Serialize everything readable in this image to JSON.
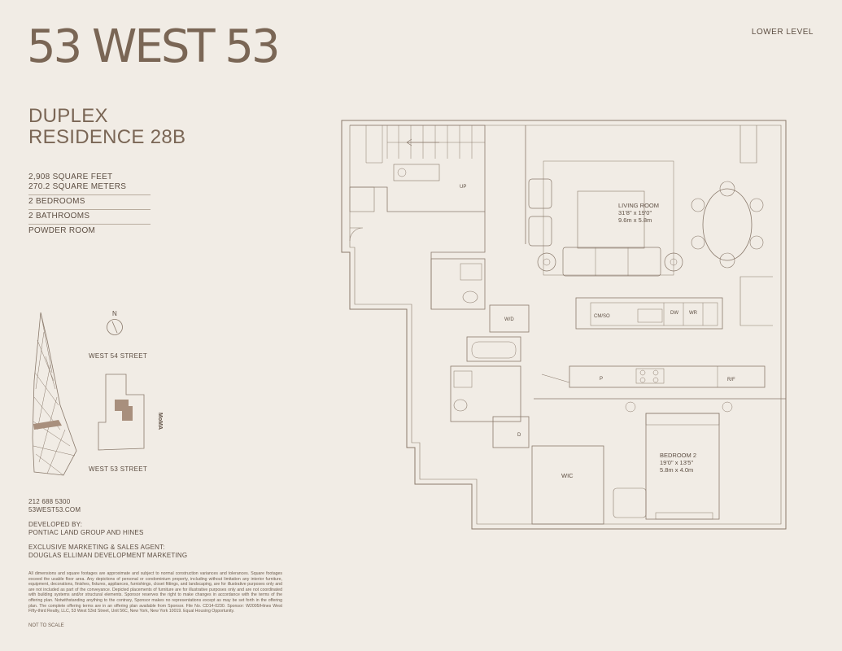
{
  "brand": {
    "name": "53 WEST 53"
  },
  "level": "LOWER LEVEL",
  "unit": {
    "line1": "DUPLEX",
    "line2": "RESIDENCE 28B"
  },
  "specs": {
    "sqft": "2,908 SQUARE FEET",
    "sqm": "270.2 SQUARE METERS",
    "bedrooms": "2 BEDROOMS",
    "bathrooms": "2 BATHROOMS",
    "powder": "POWDER ROOM"
  },
  "site": {
    "north": "N",
    "street_north": "WEST 54 STREET",
    "street_south": "WEST 53 STREET",
    "neighbor": "MoMA"
  },
  "contact": {
    "phone": "212 688 5300",
    "web": "53WEST53.COM",
    "developed_label": "DEVELOPED BY:",
    "developer": "PONTIAC LAND GROUP AND HINES",
    "agent_label": "EXCLUSIVE MARKETING & SALES AGENT:",
    "agent": "DOUGLAS ELLIMAN DEVELOPMENT MARKETING"
  },
  "disclaimer": "All dimensions and square footages are approximate and subject to normal construction variances and tolerances. Square footages exceed the usable floor area. Any depictions of personal or condominium property, including without limitation any interior furniture, equipment, decorations, finishes, fixtures, appliances, furnishings, closet fittings, and landscaping, are for illustrative purposes only and are not included as part of the conveyance. Depicted placements of furniture are for illustrative purposes only and are not coordinated with building systems and/or structural elements. Sponsor reserves the right to make changes in accordance with the terms of the offering plan. Notwithstanding anything to the contrary, Sponsor makes no representations except as may be set forth in the offering plan. The complete offering terms are in an offering plan available from Sponsor. File No. CD14-0230. Sponsor: W2005/Hines West Fifty-third Realty, LLC, 53 West 53rd Street, Unit 56C, New York, New York 10019. Equal Housing Opportunity.",
  "not_to_scale": "NOT TO SCALE",
  "plan": {
    "living": {
      "name": "LIVING ROOM",
      "imperial": "31'8\" x 19'0\"",
      "metric": "9.6m x 5.8m"
    },
    "bedroom": {
      "name": "BEDROOM 2",
      "imperial": "19'0\" x 13'5\"",
      "metric": "5.8m x 4.0m"
    },
    "wic": "WIC",
    "up": "UP",
    "wd": "W/D",
    "cmso": "CM/SO",
    "dw": "DW",
    "wr": "WR",
    "p": "P",
    "rf": "R/F",
    "d": "D"
  },
  "colors": {
    "background": "#f1ece5",
    "brand": "#7a6655",
    "text": "#5d4e42",
    "line": "#9a8c7f",
    "highlight": "#a88f7d"
  }
}
